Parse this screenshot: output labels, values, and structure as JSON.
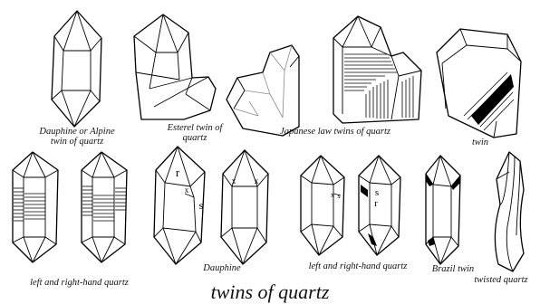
{
  "captions": {
    "dauphine_alpine_line1": "Dauphine or Alpine",
    "dauphine_alpine_line2": "twin of quartz",
    "esterel_line1": "Esterel twin of",
    "esterel_line2": "quartz",
    "japanese": "Japanese law twins of  quartz",
    "twin": "twin",
    "left_right_1": "left and right-hand quartz",
    "dauphine": "Dauphine",
    "left_right_2": "left and right-hand quartz",
    "brazil": "Brazil twin",
    "twisted": "twisted quartz"
  },
  "face_labels": {
    "r": "r",
    "x": "x",
    "s": "s"
  },
  "title": "twins of  quartz"
}
